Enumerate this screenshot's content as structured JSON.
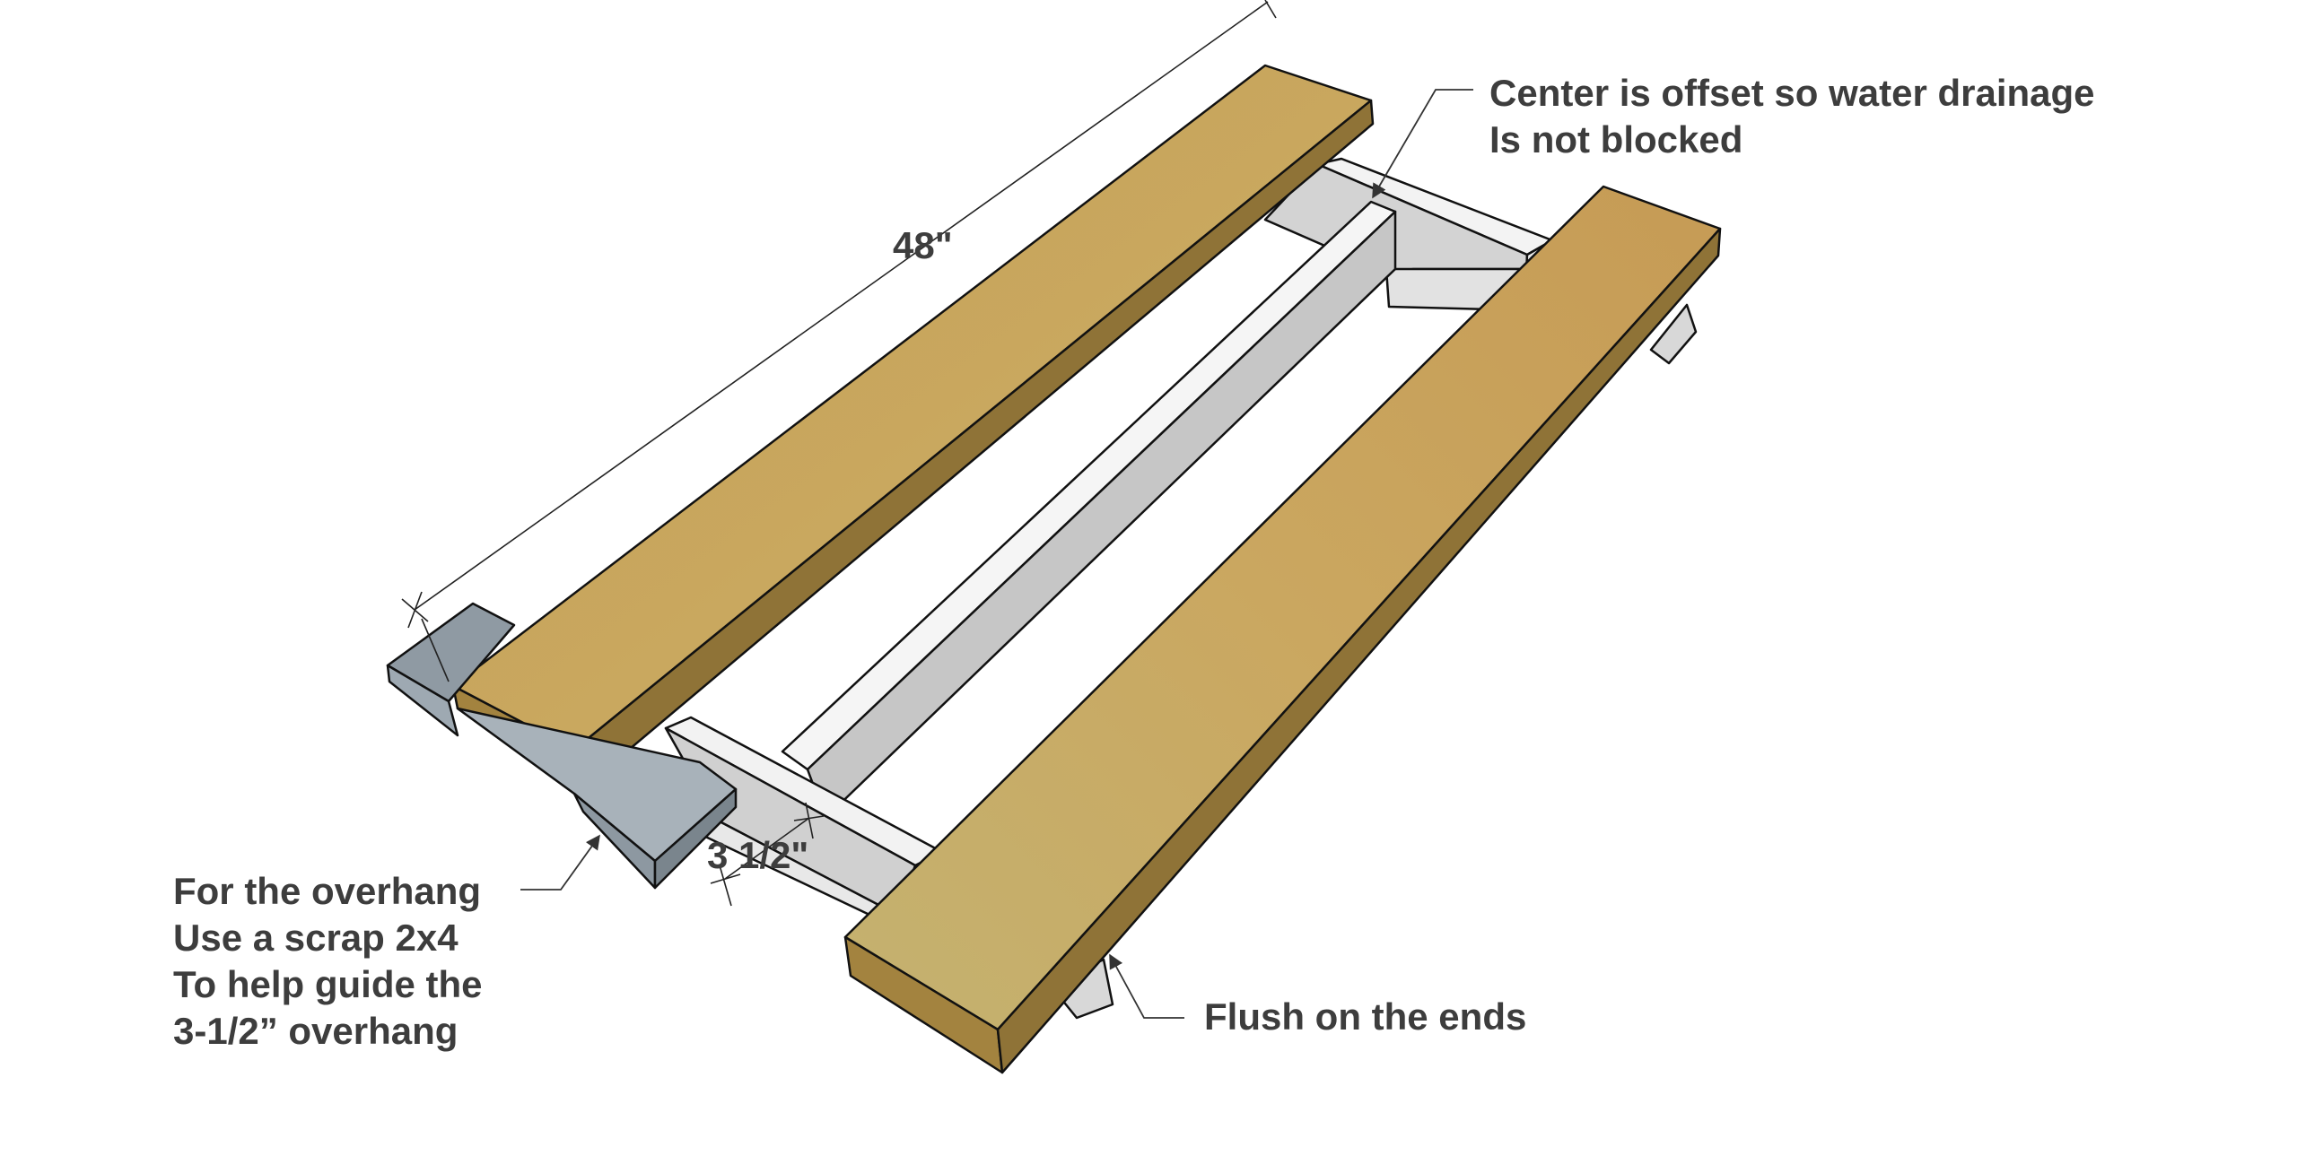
{
  "dimensions": {
    "length": "48\"",
    "overhang": "3 1/2\""
  },
  "notes": {
    "center_offset": [
      "Center is offset so water drainage",
      "Is not blocked"
    ],
    "overhang_guide": [
      "For the overhang",
      "Use a scrap 2x4",
      "To help guide the",
      "3-1/2” overhang"
    ],
    "flush_ends": "Flush on the ends"
  },
  "colors": {
    "board_top": "#c8a35f",
    "board_side": "#a9874a",
    "frame_light": "#f2f2f2",
    "frame_shadow": "#c9c9c9",
    "scrap_block": "#9aa5ae",
    "text": "#3d3d3d"
  }
}
